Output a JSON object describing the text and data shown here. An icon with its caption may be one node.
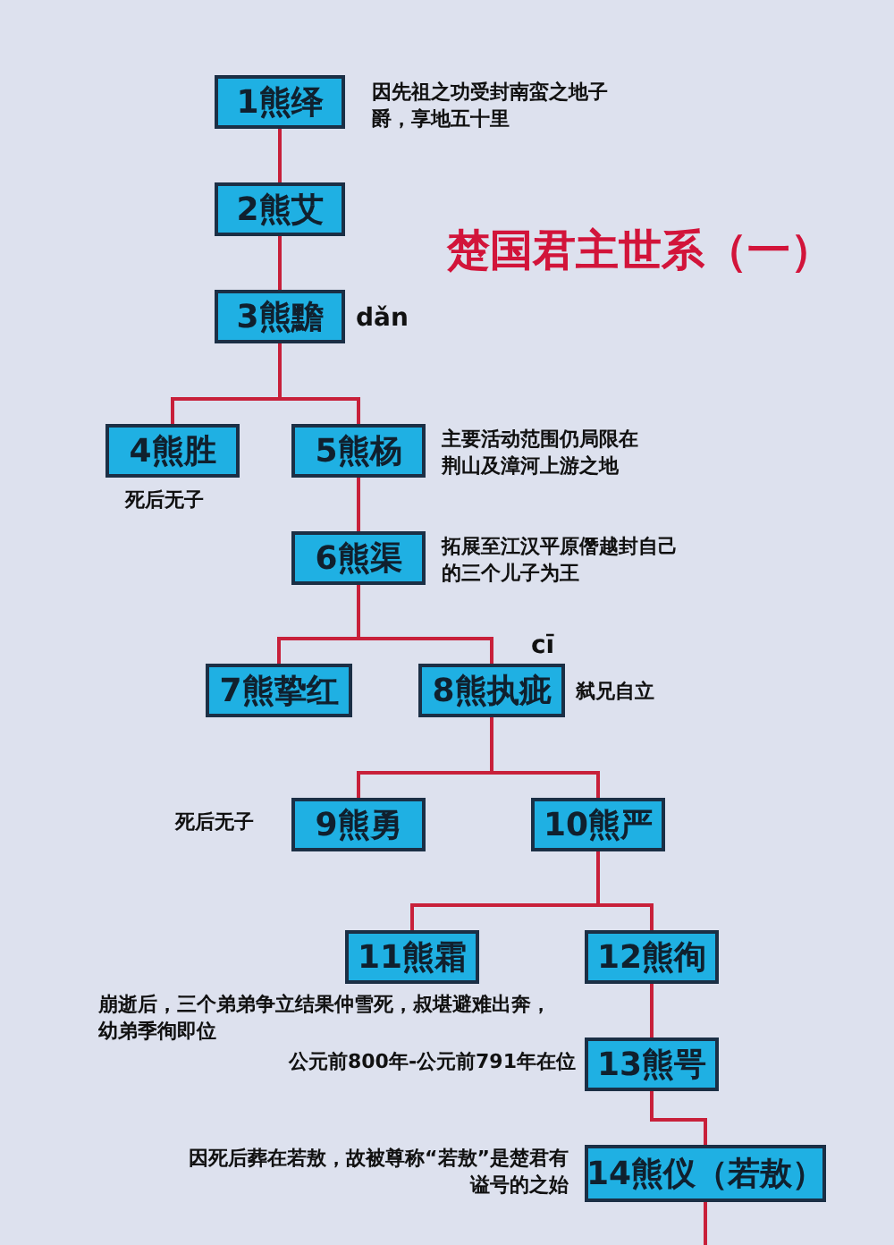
{
  "diagram": {
    "title": "楚国君主世系（一）",
    "nodes": [
      {
        "text": [
          "1熊绎"
        ],
        "beside": [
          "因先祖之功受封南蛮之地子爵，享地五十里"
        ]
      },
      {
        "text": [
          "2熊艾"
        ]
      },
      {
        "text": [
          "3熊黵"
        ],
        "beside": [
          "dǎn"
        ]
      },
      {
        "text": [
          "4熊胜"
        ],
        "beside": [
          "死后无子"
        ]
      },
      {
        "text": [
          "5熊杨"
        ],
        "beside": [
          "主要活动范围仍局限在荆山及漳河上游之地"
        ]
      },
      {
        "text": [
          "6熊渠"
        ],
        "beside": [
          "拓展至江汉平原僭越封自己的三个儿子为王"
        ]
      },
      {
        "text": [
          "7熊挚红"
        ]
      },
      {
        "text": [
          "8熊执疵"
        ],
        "beside": [
          "cī",
          "弑兄自立"
        ]
      },
      {
        "text": [
          "9熊勇"
        ],
        "beside": [
          "死后无子"
        ]
      },
      {
        "text": [
          "10熊严"
        ]
      },
      {
        "text": [
          "11熊霜"
        ],
        "beside": [
          "崩逝后，三个弟弟争立结果仲雪死，叔堪避难出奔，幼弟季徇即位"
        ]
      },
      {
        "text": [
          "12熊徇"
        ]
      },
      {
        "text": [
          "13熊咢"
        ],
        "beside": [
          "公元前800年-公元前791年在位"
        ]
      },
      {
        "text": [
          "14熊仪（若敖）"
        ],
        "beside": [
          "因死后葬在若敖，故被尊称“若敖”是楚君有谥号的之始"
        ]
      }
    ],
    "edges": [
      {
        "from": 0,
        "to": 1,
        "arrow": "none"
      },
      {
        "from": 1,
        "to": 2,
        "arrow": "none"
      },
      {
        "from": 2,
        "to": 3,
        "arrow": "none"
      },
      {
        "from": 2,
        "to": 4,
        "arrow": "none"
      },
      {
        "from": 4,
        "to": 5,
        "arrow": "none"
      },
      {
        "from": 5,
        "to": 6,
        "arrow": "none"
      },
      {
        "from": 5,
        "to": 7,
        "arrow": "none"
      },
      {
        "from": 7,
        "to": 8,
        "arrow": "none"
      },
      {
        "from": 7,
        "to": 9,
        "arrow": "none"
      },
      {
        "from": 9,
        "to": 10,
        "arrow": "none"
      },
      {
        "from": 9,
        "to": 11,
        "arrow": "none"
      },
      {
        "from": 11,
        "to": 12,
        "arrow": "none"
      },
      {
        "from": 12,
        "to": 13,
        "arrow": "none"
      },
      {
        "from": 13,
        "to": null,
        "arrow": "none"
      }
    ]
  }
}
